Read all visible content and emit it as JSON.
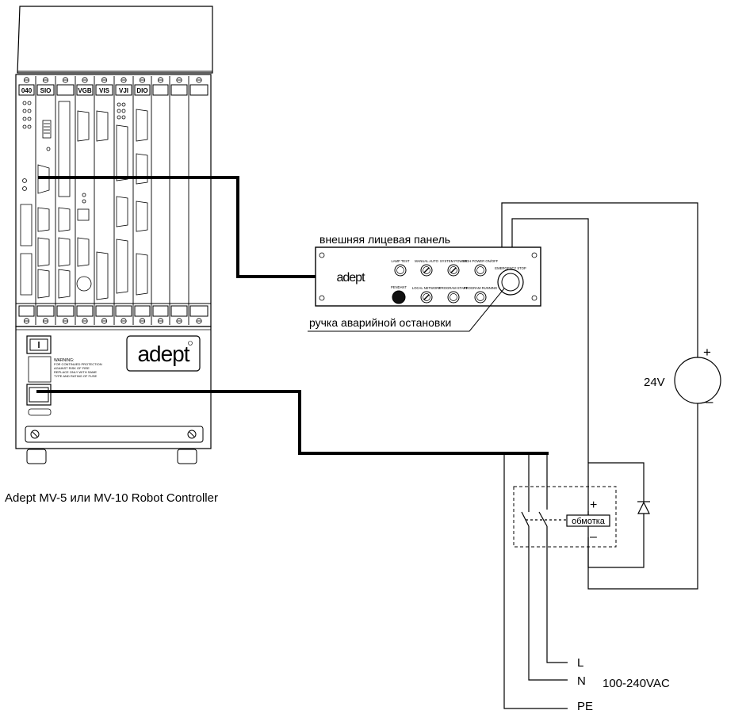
{
  "controller": {
    "caption": "Adept MV-5  или  MV-10 Robot Controller",
    "slots": [
      "040",
      "SIO",
      "",
      "VGB",
      "VIS",
      "VJI",
      "DIO",
      "",
      "",
      ""
    ],
    "logo": "adept",
    "warning_title": "WARNING:",
    "warning_lines": [
      "FOR CONTINUED PROTECTION",
      "AGAINST RISK OF FIRE",
      "REPLACE ONLY WITH SAME",
      "TYPE AND RATING OF FUSE"
    ]
  },
  "front_panel": {
    "label": "внешняя лицевая панель",
    "logo": "adept",
    "buttons": [
      {
        "label": "LAMP TEST"
      },
      {
        "label": "MANUAL  AUTO"
      },
      {
        "label": "SYSTEM POWER"
      },
      {
        "label": "HIGH POWER ON/OFF"
      },
      {
        "label": "EMERGENCY STOP"
      },
      {
        "label": "PENDANT"
      },
      {
        "label": "LOCAL  NETWORK"
      },
      {
        "label": "PROGRAM START"
      },
      {
        "label": "PROGRAM RUNNING"
      }
    ]
  },
  "estop_label": "ручка аварийной остановки",
  "power_source": {
    "label": "24V",
    "plus": "+",
    "minus": "–"
  },
  "relay": {
    "coil_label": "обмотка",
    "plus": "+",
    "minus": "–"
  },
  "mains": {
    "lines": [
      "L",
      "N",
      "PE"
    ],
    "voltage": "100-240VAC"
  }
}
